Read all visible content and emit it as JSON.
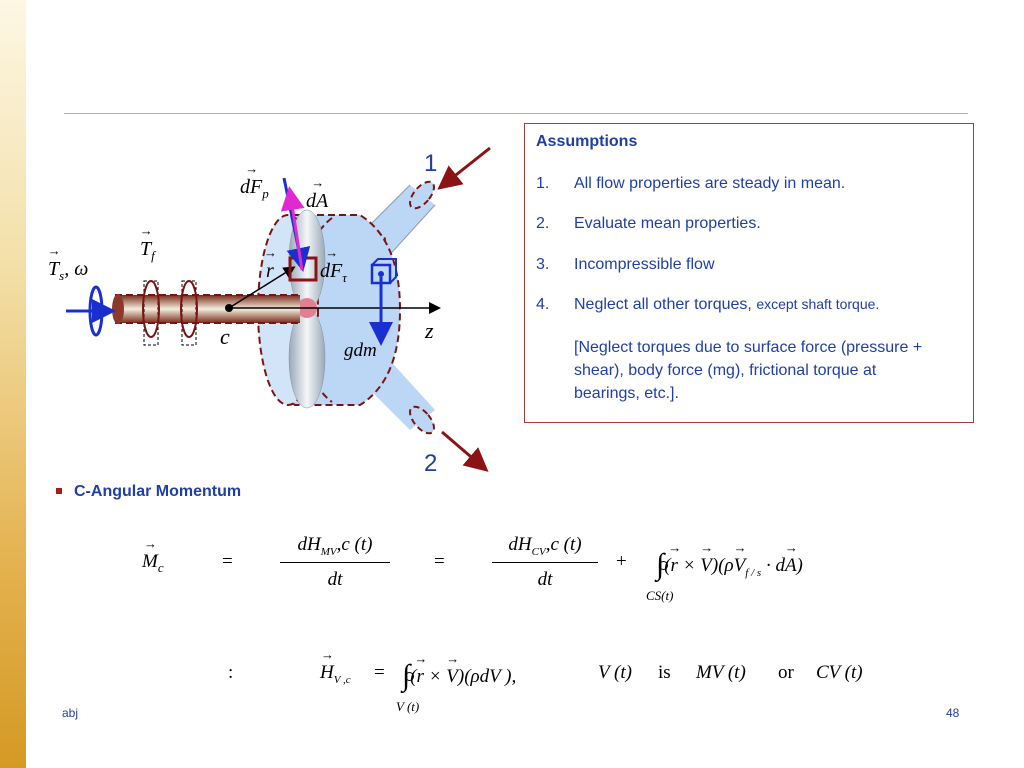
{
  "diagram": {
    "labels": {
      "port_1": "1",
      "port_2": "2",
      "dF_p": "dF",
      "dF_p_sub": "p",
      "dA": "dA",
      "T_f": "T",
      "T_f_sub": "f",
      "T_s": "T",
      "T_s_sub": "s",
      "omega": ", ω",
      "r": "r",
      "dF_tau": "dF",
      "dF_tau_sub": "τ",
      "z": "z",
      "c": "c",
      "gdm": "gdm"
    },
    "colors": {
      "volume_fill": "#bcd7f5",
      "dashed_boundary": "#7a1414",
      "shaft_dark": "#7a2a1a",
      "shaft_light": "#f2eede",
      "force_arrow": "#1a2fd0",
      "pressure_arrow": "#e02ad0",
      "flow_arrow": "#8a1414"
    }
  },
  "assumptions": {
    "title": "Assumptions",
    "items": [
      {
        "num": "1.",
        "text": "All flow properties are steady in mean."
      },
      {
        "num": "2.",
        "text": "Evaluate mean properties."
      },
      {
        "num": "3.",
        "text": "Incompressible flow"
      },
      {
        "num": "4.",
        "text": "Neglect all other torques,",
        "small": "except shaft torque."
      }
    ],
    "note": "[Neglect torques due to surface force (pressure + shear), body force (mg), frictional torque at bearings, etc.]."
  },
  "section": {
    "heading": "C-Angular Momentum"
  },
  "equation1": {
    "lhs": "M",
    "lhs_sub": "c",
    "eq1": "=",
    "num1": "dH",
    "num1_sub": "MV",
    "num1_tail": ",c (t)",
    "den1": "dt",
    "eq2": "=",
    "num2": "dH",
    "num2_sub": "CV",
    "num2_tail": ",c (t)",
    "den2": "dt",
    "plus": "+",
    "integrand_open": "(",
    "r": "r",
    "cross": " × ",
    "V": "V",
    "mid": ")(ρ",
    "Vf": "V",
    "Vf_sub": "f / s",
    "dot": " · d",
    "A": "A",
    "close": ")",
    "limit": "CS(t)"
  },
  "equation2": {
    "colon": ":",
    "H": "H",
    "H_sub": "V ,c",
    "eq": "=",
    "integrand_open": "(",
    "r": "r",
    "cross": " × ",
    "V": "V",
    "tail": ")(ρdV ),",
    "limit": "V (t)",
    "vt": "V (t)",
    "is": "is",
    "mvt": "MV (t)",
    "or": "or",
    "cvt": "CV (t)"
  },
  "footer": {
    "left": "abj",
    "page": "48"
  }
}
